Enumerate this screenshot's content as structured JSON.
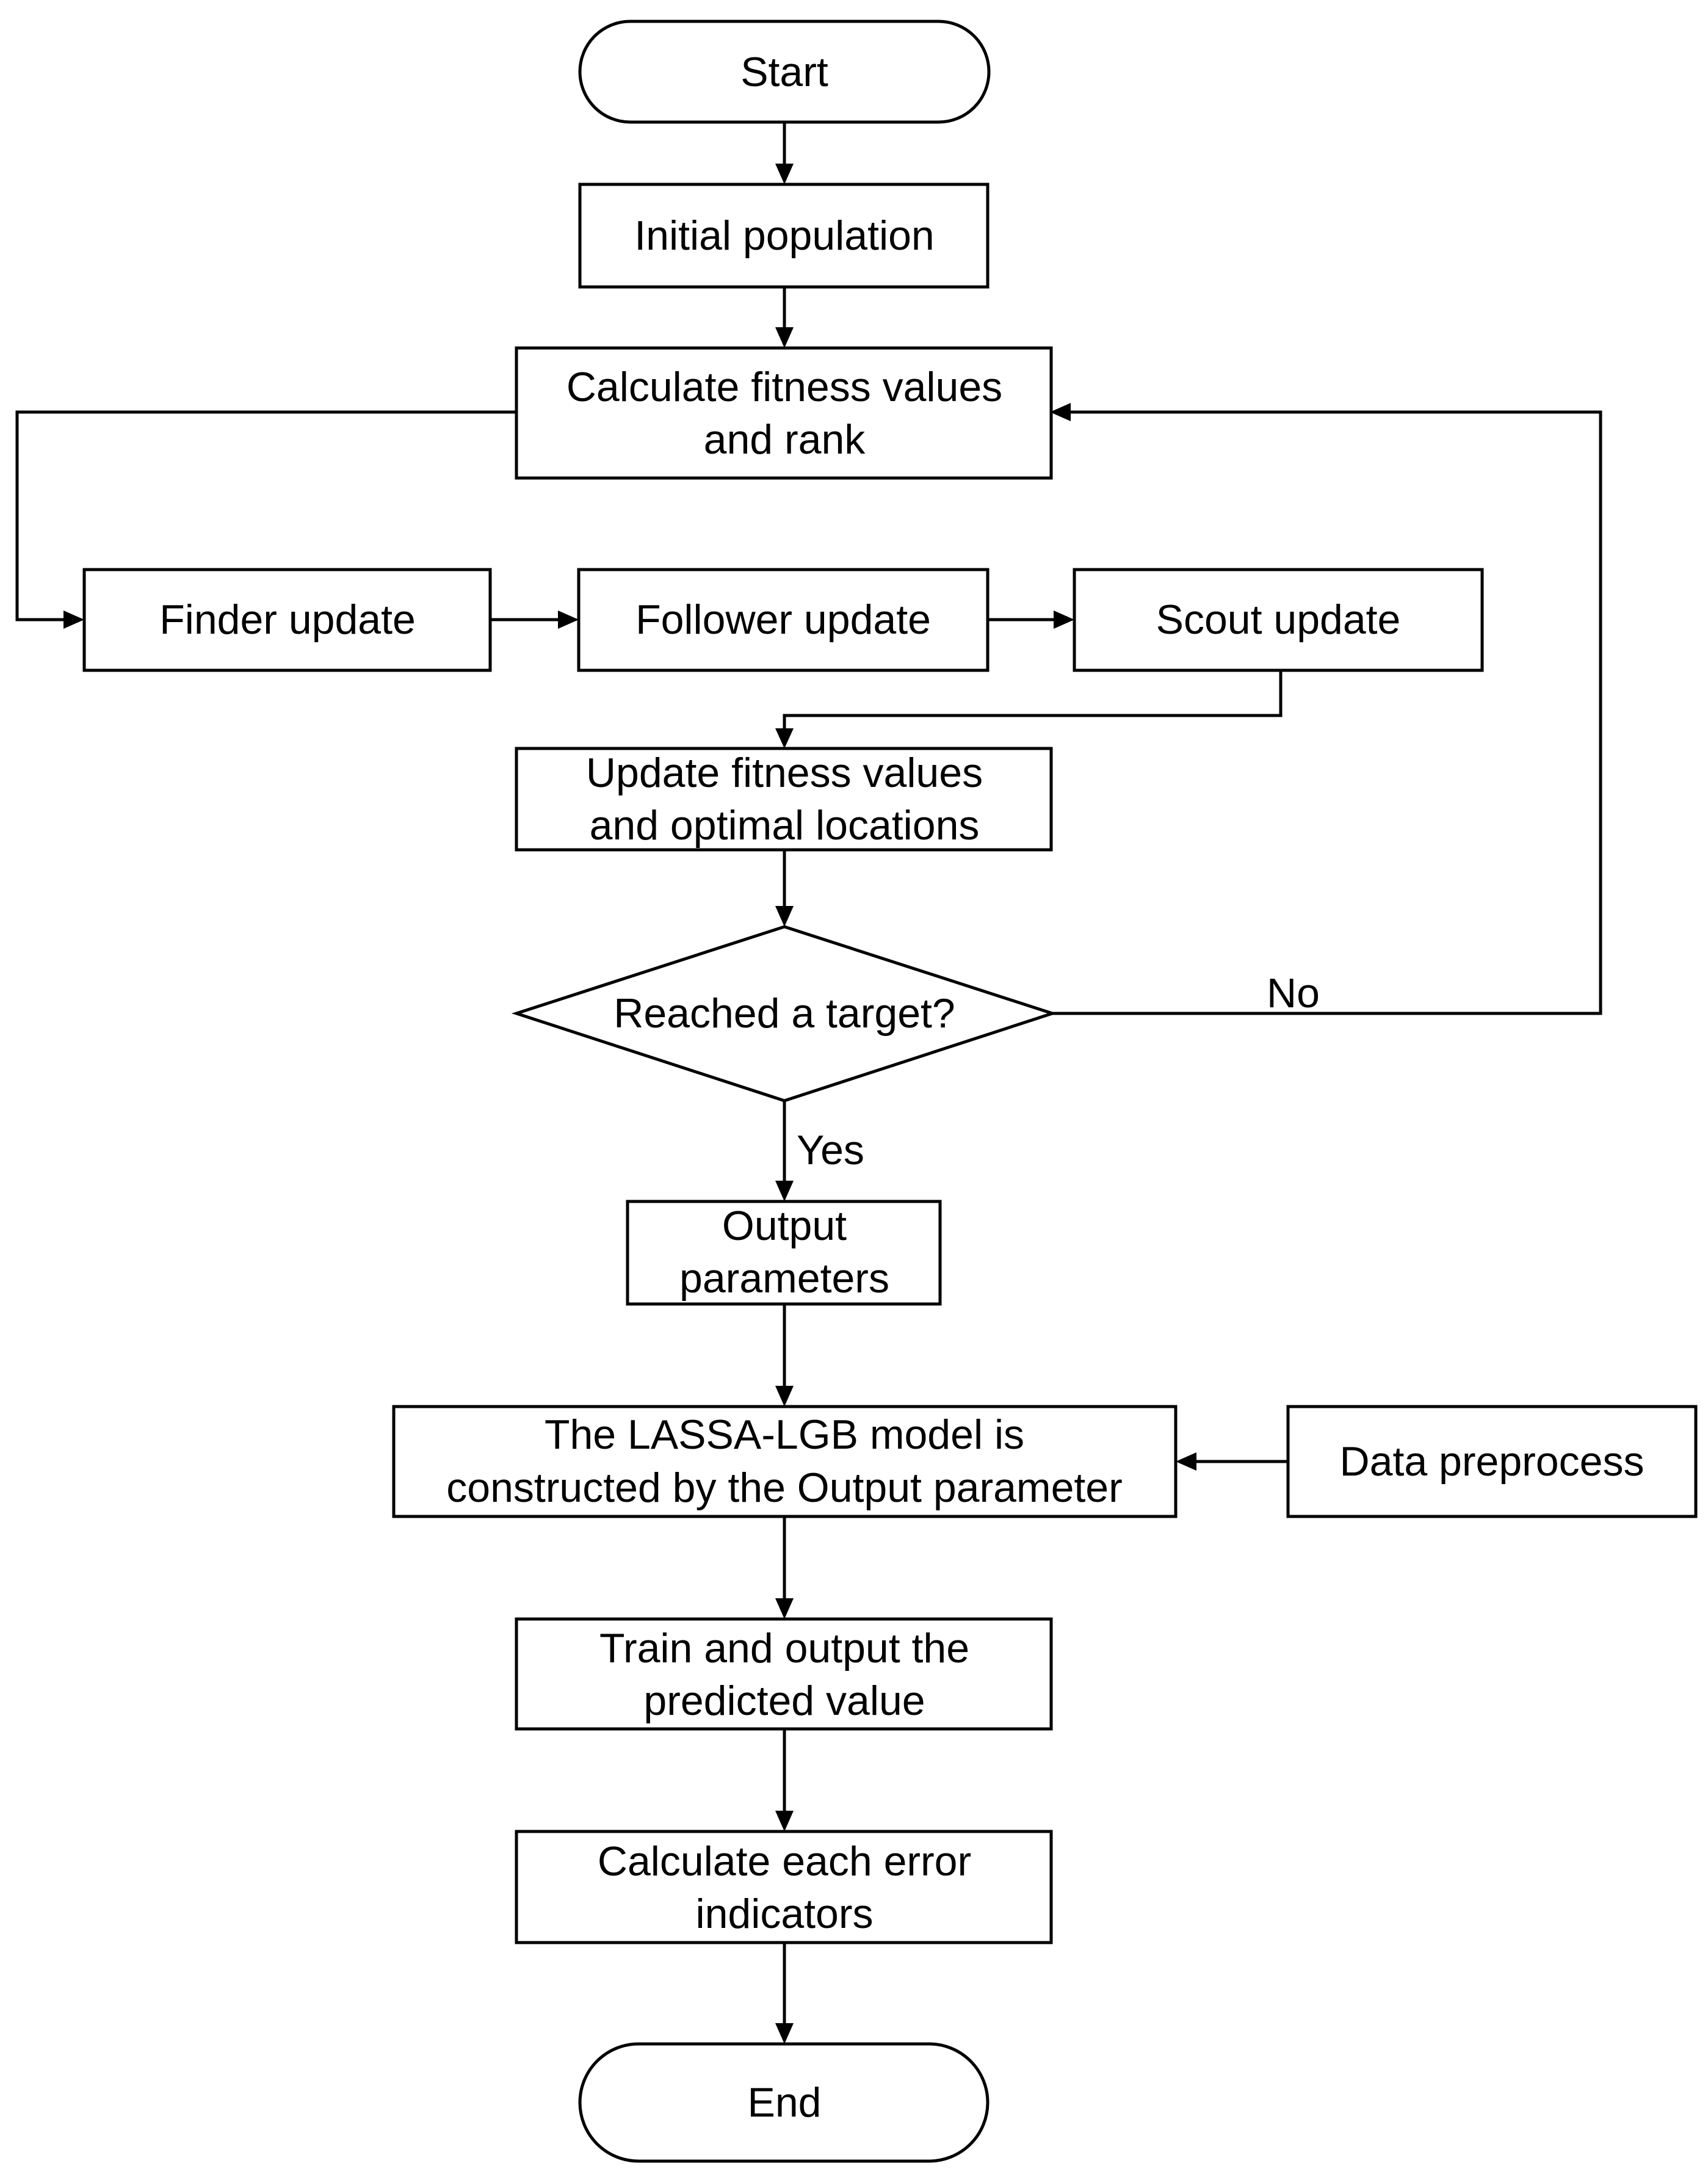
{
  "nodes": {
    "start": {
      "type": "terminal",
      "lines": [
        "Start"
      ]
    },
    "initial_population": {
      "type": "process",
      "lines": [
        "Initial population"
      ]
    },
    "calc_fitness": {
      "type": "process",
      "lines": [
        "Calculate fitness values",
        "and rank"
      ]
    },
    "finder_update": {
      "type": "process",
      "lines": [
        "Finder update"
      ]
    },
    "follower_update": {
      "type": "process",
      "lines": [
        "Follower update"
      ]
    },
    "scout_update": {
      "type": "process",
      "lines": [
        "Scout update"
      ]
    },
    "update_fitness": {
      "type": "process",
      "lines": [
        "Update fitness values",
        "and optimal locations"
      ]
    },
    "reached_target": {
      "type": "decision",
      "lines": [
        "Reached a target?"
      ]
    },
    "output_parameters": {
      "type": "process",
      "lines": [
        "Output",
        "parameters"
      ]
    },
    "lassa_lgb_model": {
      "type": "process",
      "lines": [
        "The LASSA-LGB model is",
        "constructed by the Output parameter"
      ]
    },
    "data_preprocess": {
      "type": "process",
      "lines": [
        "Data preprocess"
      ]
    },
    "train_output": {
      "type": "process",
      "lines": [
        "Train and output the",
        "predicted value"
      ]
    },
    "calc_errors": {
      "type": "process",
      "lines": [
        "Calculate each error",
        "indicators"
      ]
    },
    "end": {
      "type": "terminal",
      "lines": [
        "End"
      ]
    }
  },
  "edges": [
    {
      "from": "start",
      "to": "initial_population"
    },
    {
      "from": "initial_population",
      "to": "calc_fitness"
    },
    {
      "from": "calc_fitness",
      "to": "finder_update"
    },
    {
      "from": "finder_update",
      "to": "follower_update"
    },
    {
      "from": "follower_update",
      "to": "scout_update"
    },
    {
      "from": "scout_update",
      "to": "update_fitness"
    },
    {
      "from": "update_fitness",
      "to": "reached_target"
    },
    {
      "from": "reached_target",
      "to": "calc_fitness",
      "label": "No"
    },
    {
      "from": "reached_target",
      "to": "output_parameters",
      "label": "Yes"
    },
    {
      "from": "output_parameters",
      "to": "lassa_lgb_model"
    },
    {
      "from": "data_preprocess",
      "to": "lassa_lgb_model"
    },
    {
      "from": "lassa_lgb_model",
      "to": "train_output"
    },
    {
      "from": "train_output",
      "to": "calc_errors"
    },
    {
      "from": "calc_errors",
      "to": "end"
    }
  ]
}
